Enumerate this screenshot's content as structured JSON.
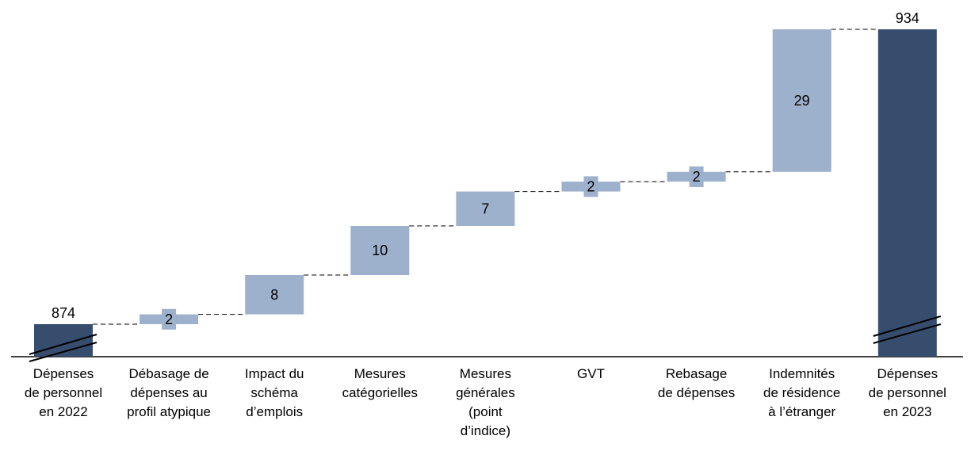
{
  "chart_data": {
    "type": "waterfall",
    "title": "",
    "categories": [
      [
        "Dépenses",
        "de personnel",
        "en 2022"
      ],
      [
        "Débasage de",
        "dépenses au",
        "profil atypique"
      ],
      [
        "Impact du",
        "schéma",
        "d’emplois"
      ],
      [
        "Mesures",
        "catégorielles"
      ],
      [
        "Mesures",
        "générales",
        "(point",
        "d’indice)"
      ],
      [
        "GVT"
      ],
      [
        "Rebasage",
        "de dépenses"
      ],
      [
        "Indemnités",
        "de résidence",
        "à l’étranger"
      ],
      [
        "Dépenses",
        "de personnel",
        "en 2023"
      ]
    ],
    "values": [
      874,
      2,
      8,
      10,
      7,
      2,
      2,
      29,
      934
    ],
    "labels": [
      "874",
      "2",
      "8",
      "10",
      "7",
      "2",
      "2",
      "29",
      "934"
    ],
    "kinds": [
      "total",
      "delta",
      "delta",
      "delta",
      "delta",
      "delta",
      "delta",
      "delta",
      "total"
    ],
    "y_axis_broken": true,
    "colors": {
      "total": "#374d6e",
      "delta": "#9db0cc",
      "connector": "#000000"
    }
  }
}
